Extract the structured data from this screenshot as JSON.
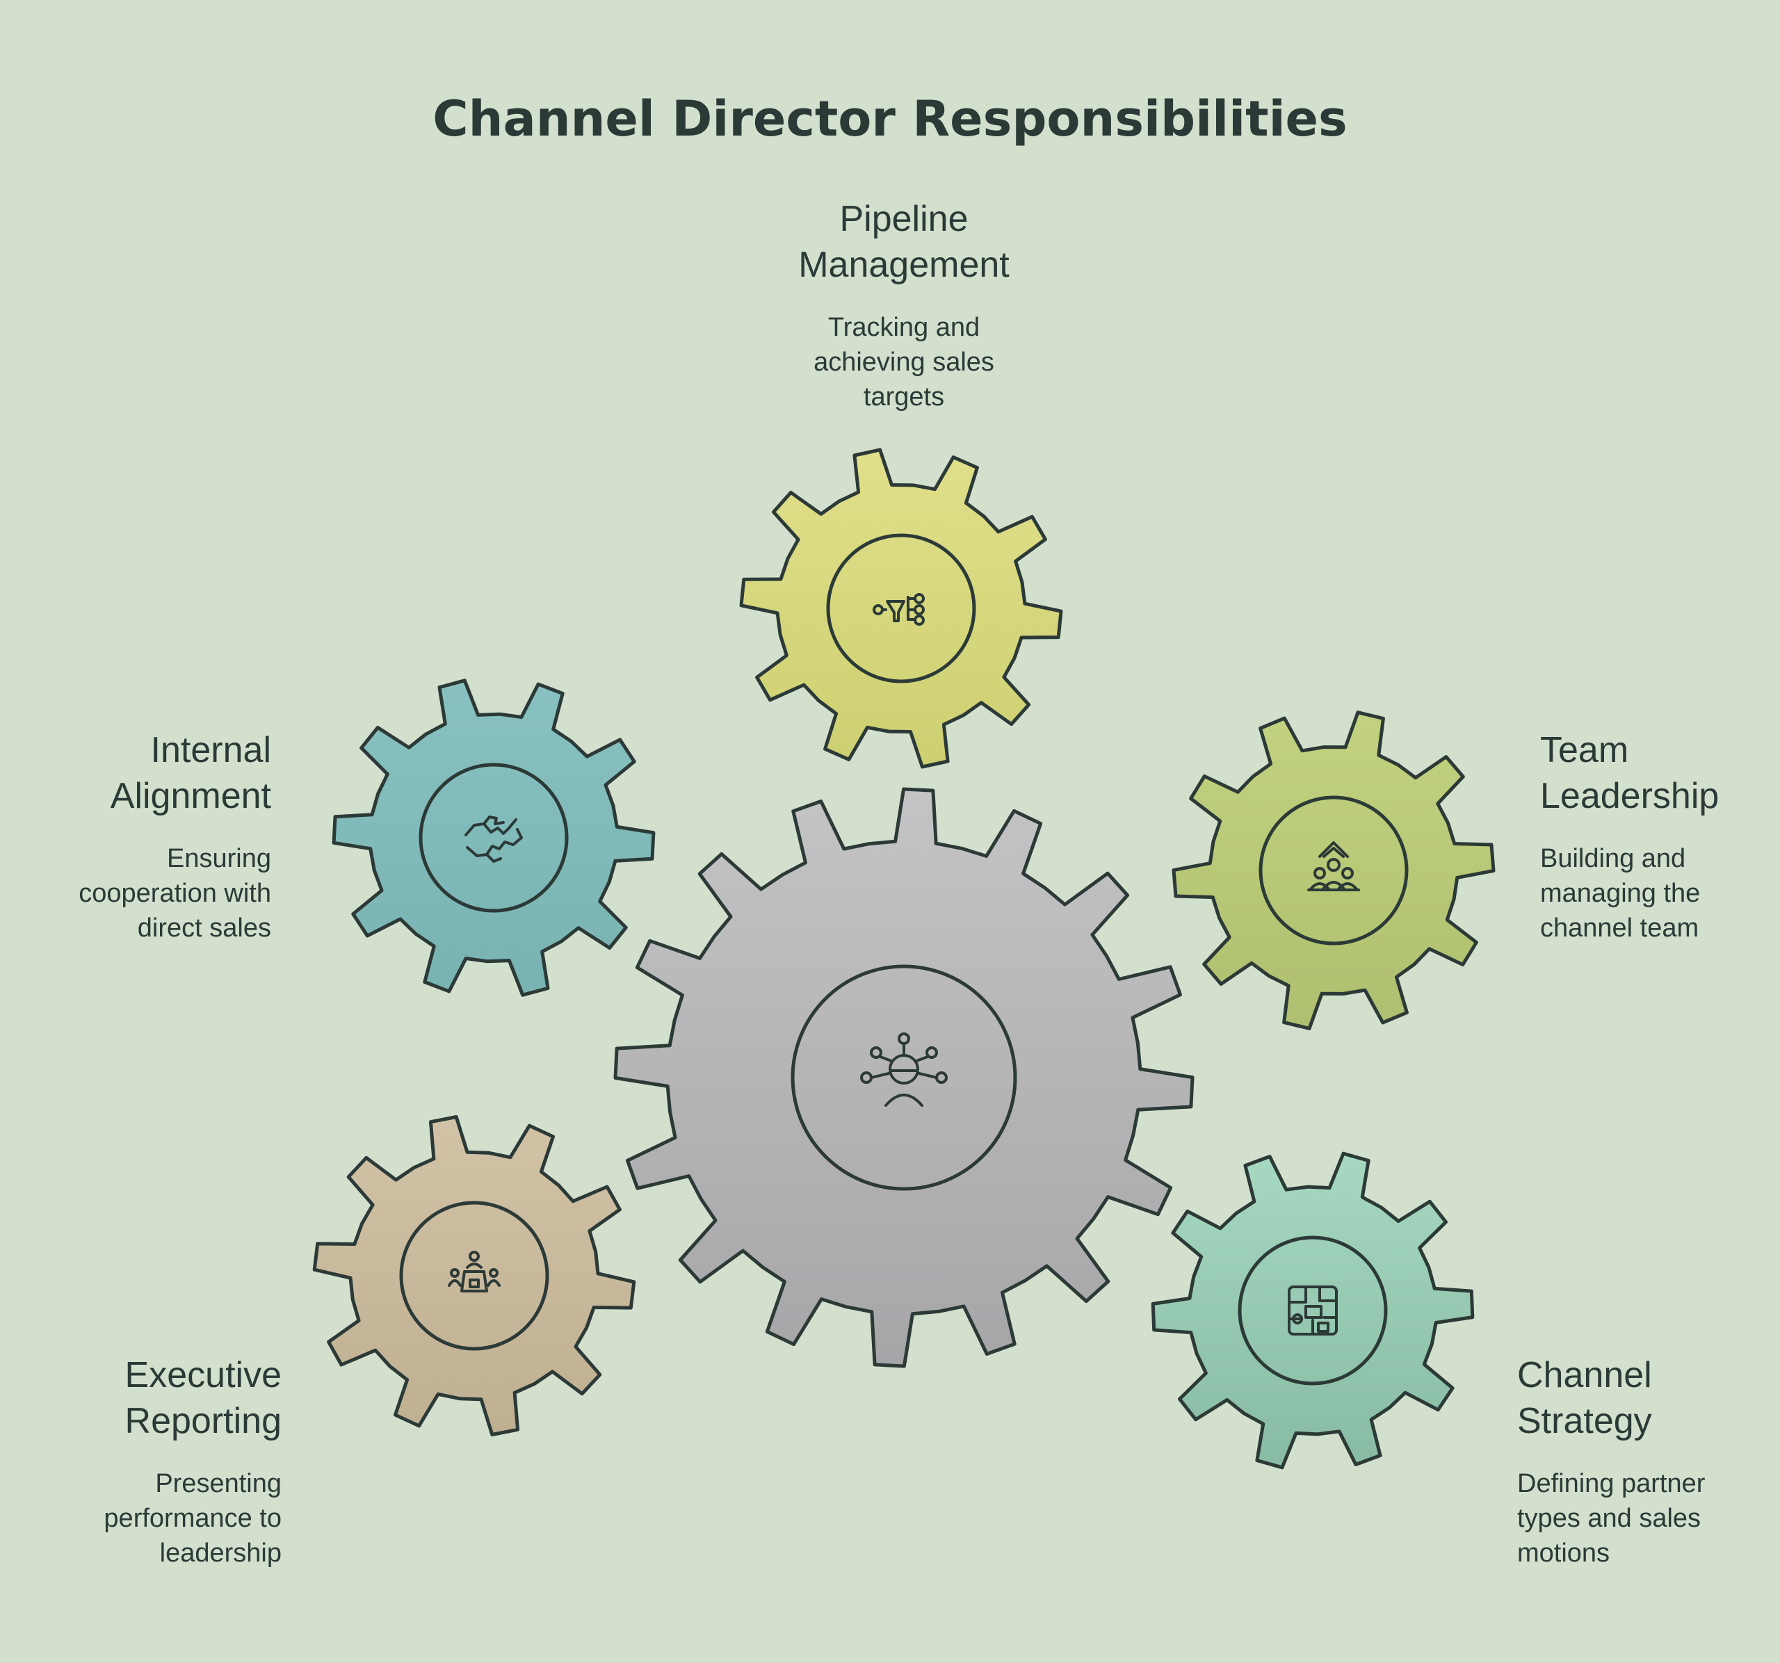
{
  "title": "Channel Director Responsibilities",
  "colors": {
    "background": "#d2e0cd",
    "outline": "#2c3a37",
    "center_gear": "#b3b3b6",
    "pipeline_gear": "#d4d57a",
    "internal_gear": "#82bcbb",
    "team_gear": "#b8c97a",
    "executive_gear": "#c9b99e",
    "strategy_gear": "#98ccb5"
  },
  "nodes": [
    {
      "id": "pipeline",
      "name": "Pipeline\nManagement",
      "description": "Tracking and\nachieving sales\ntargets",
      "icon": "funnel-network-icon"
    },
    {
      "id": "internal",
      "name": "Internal\nAlignment",
      "description": "Ensuring\ncooperation with\ndirect sales",
      "icon": "handshake-icon"
    },
    {
      "id": "team",
      "name": "Team\nLeadership",
      "description": "Building and\nmanaging the\nchannel team",
      "icon": "team-growth-icon"
    },
    {
      "id": "executive",
      "name": "Executive\nReporting",
      "description": "Presenting\nperformance to\nleadership",
      "icon": "meeting-presentation-icon"
    },
    {
      "id": "strategy",
      "name": "Channel\nStrategy",
      "description": "Defining partner\ntypes and sales\nmotions",
      "icon": "strategy-map-icon"
    }
  ],
  "center": {
    "icon": "director-network-icon"
  }
}
